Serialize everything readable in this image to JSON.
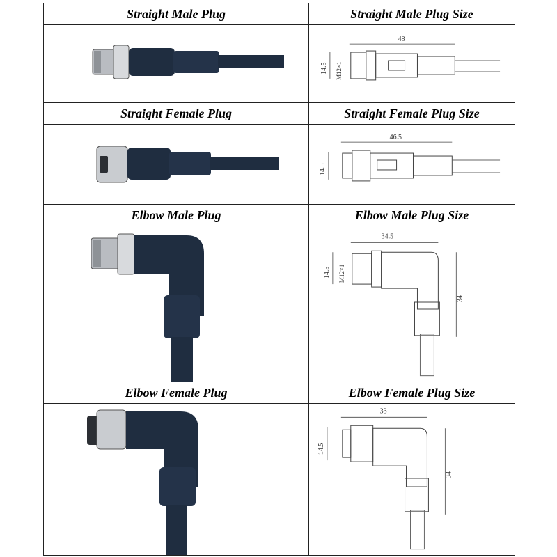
{
  "rows": [
    {
      "left_title": "Straight Male Plug",
      "right_title": "Straight Male Plug Size",
      "dims": {
        "length": "48",
        "height": "14.5",
        "thread": "M12×1"
      }
    },
    {
      "left_title": "Straight Female Plug",
      "right_title": "Straight Female Plug Size",
      "dims": {
        "length": "46.5",
        "height": "14.5"
      }
    },
    {
      "left_title": "Elbow Male Plug",
      "right_title": "Elbow Male Plug Size",
      "dims": {
        "width": "34.5",
        "height": "14.5",
        "thread": "M12×1",
        "drop": "34"
      }
    },
    {
      "left_title": "Elbow Female Plug",
      "right_title": "Elbow Female Plug Size",
      "dims": {
        "width": "33",
        "height": "14.5",
        "drop": "34"
      }
    }
  ],
  "colors": {
    "cable": "#1f2d40",
    "metal": "#c9ccd0",
    "line": "#222222"
  }
}
